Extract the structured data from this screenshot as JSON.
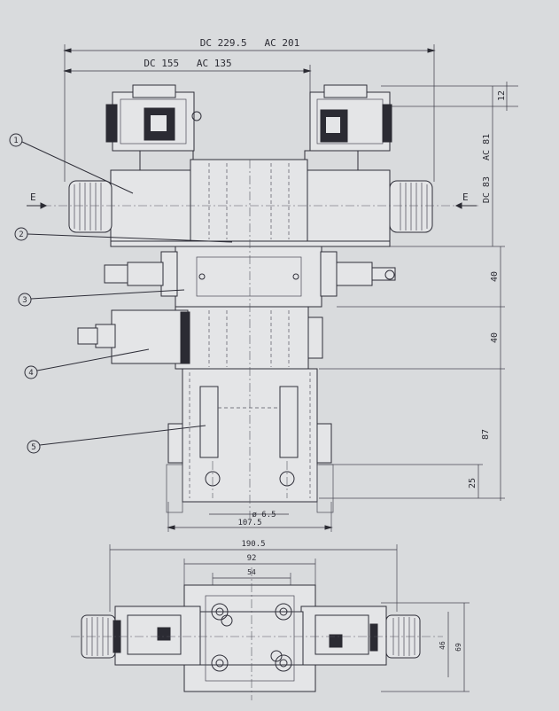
{
  "dimensions": {
    "overall_length": "DC 229.5   AC 201",
    "coil_spacing": "DC 155   AC 135",
    "coil_top": "12",
    "solenoid_height": "DC 83   AC 81",
    "layer_3_height": "40",
    "layer_4_height": "40",
    "base_height": "87",
    "port_height": "25",
    "port_diameter": "ø 6.5",
    "base_width": "107.5",
    "top_view_length": "190.5",
    "top_view_body": "92",
    "top_view_inner": "54",
    "top_view_side_a": "46",
    "top_view_side_b": "69"
  },
  "callouts": [
    "1",
    "2",
    "3",
    "4",
    "5"
  ],
  "section_marks": [
    "E",
    "E"
  ]
}
